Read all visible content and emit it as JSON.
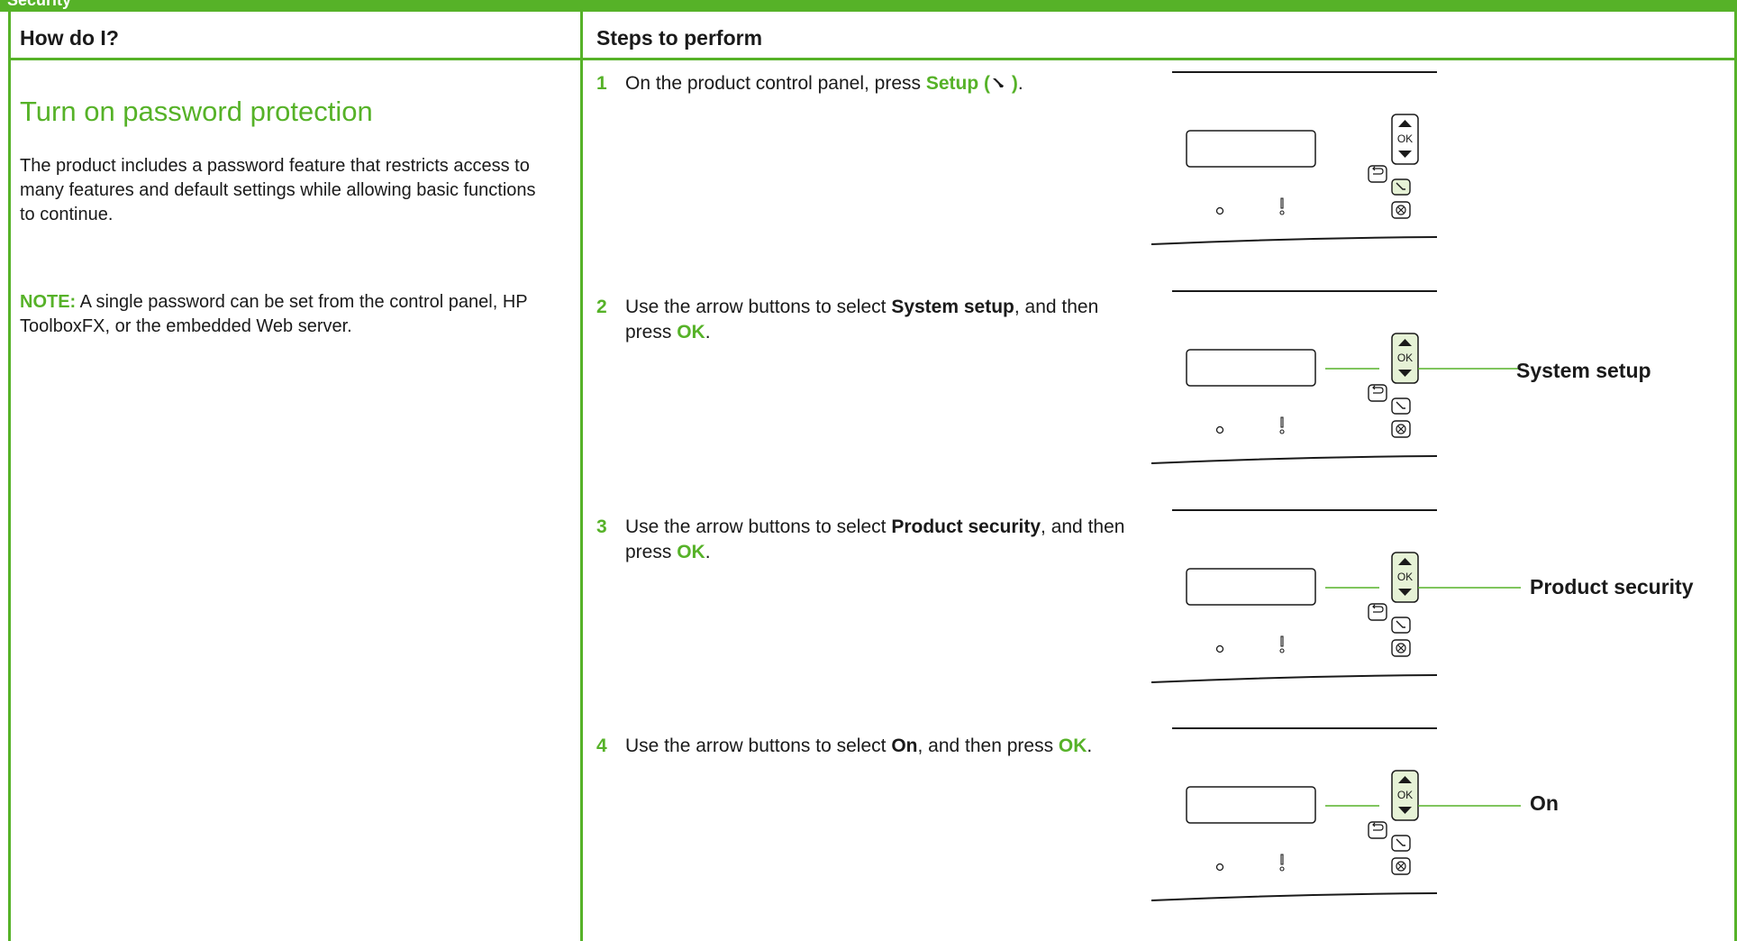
{
  "page": {
    "section_tab": "Security",
    "columns": {
      "how_header": "How do I?",
      "steps_header": "Steps to perform"
    },
    "task": {
      "title": "Turn on password protection",
      "description": "The product includes a password feature that restricts access to many features and default settings while allowing basic functions to continue.",
      "note_label": "NOTE:",
      "note_text": "A single password can be set from the control panel, HP ToolboxFX, or the embedded Web server."
    },
    "steps": [
      {
        "number": "1",
        "pre": "On the product control panel, press ",
        "bold": "Setup (",
        "bold_after": " )",
        "post": "."
      },
      {
        "number": "2",
        "pre": "Use the arrow buttons to select ",
        "bold": "System setup",
        "mid": ", and then press ",
        "ok": "OK",
        "post": ".",
        "callout": "System setup"
      },
      {
        "number": "3",
        "pre": "Use the arrow buttons to select ",
        "bold": "Product security",
        "mid": ", and then press ",
        "ok": "OK",
        "post": ".",
        "callout": "Product security"
      },
      {
        "number": "4",
        "pre": "Use the arrow buttons to select ",
        "bold": "On",
        "mid": ", and then press ",
        "ok": "OK",
        "post": ".",
        "callout": "On"
      }
    ],
    "control_panel": {
      "ok_label": "OK",
      "icons": [
        "up-arrow-icon",
        "down-arrow-icon",
        "back-icon",
        "setup-wrench-icon",
        "cancel-icon",
        "ready-light-icon",
        "attention-light-icon"
      ],
      "highlight_color": "#e6f2d6",
      "accent": "#56b228"
    }
  }
}
